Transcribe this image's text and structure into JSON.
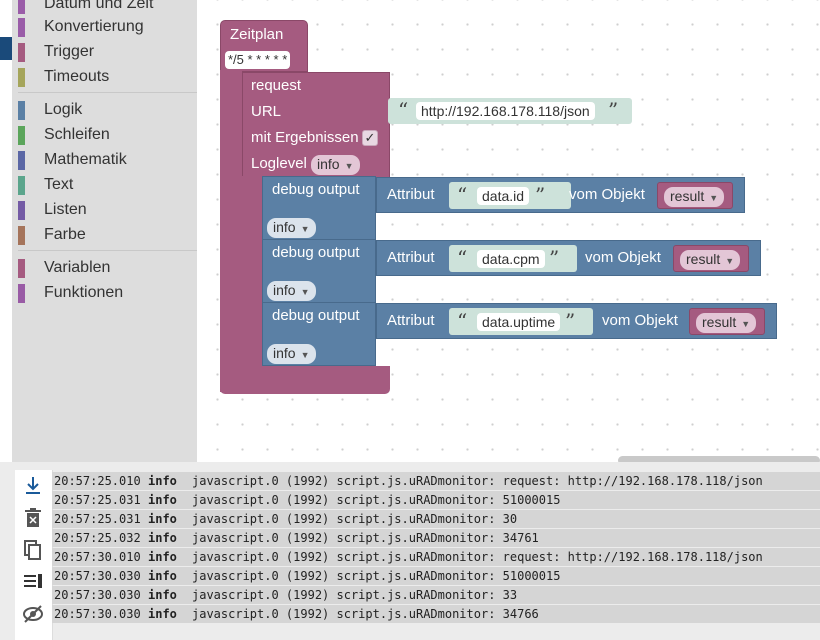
{
  "toolbox": {
    "categories": [
      {
        "label": "Datum und Zeit",
        "color": "#9a5ca8"
      },
      {
        "label": "Konvertierung",
        "color": "#9a5ca8"
      },
      {
        "label": "Trigger",
        "color": "#a55b80"
      },
      {
        "label": "Timeouts",
        "color": "#a5a55b"
      },
      {
        "label": "Logik",
        "color": "#5b80a5"
      },
      {
        "label": "Schleifen",
        "color": "#5ba55b"
      },
      {
        "label": "Mathematik",
        "color": "#5b67a5"
      },
      {
        "label": "Text",
        "color": "#5ba58c"
      },
      {
        "label": "Listen",
        "color": "#745ba5"
      },
      {
        "label": "Farbe",
        "color": "#a5745b"
      },
      {
        "label": "Variablen",
        "color": "#a55b80"
      },
      {
        "label": "Funktionen",
        "color": "#995ba5"
      }
    ]
  },
  "blocks": {
    "zeitplan": {
      "label": "Zeitplan",
      "cron": "*/5 * * * * *"
    },
    "request": {
      "label": "request",
      "url_label": "URL",
      "url_value": "http://192.168.178.118/json",
      "results_label": "mit Ergebnissen",
      "results_checked": "✓",
      "loglevel_label": "Loglevel",
      "loglevel_value": "info"
    },
    "debug": [
      {
        "label": "debug output",
        "level": "info",
        "attr_label": "Attribut",
        "attr_value": "data.id",
        "obj_label": "vom Objekt",
        "obj_value": "result"
      },
      {
        "label": "debug output",
        "level": "info",
        "attr_label": "Attribut",
        "attr_value": "data.cpm",
        "obj_label": "vom Objekt",
        "obj_value": "result"
      },
      {
        "label": "debug output",
        "level": "info",
        "attr_label": "Attribut",
        "attr_value": "data.uptime",
        "obj_label": "vom Objekt",
        "obj_value": "result"
      }
    ],
    "quote_open": "“",
    "quote_close": "”"
  },
  "log": {
    "icons": [
      "scroll-down-icon",
      "delete-icon",
      "copy-icon",
      "filter-icon",
      "hide-icon"
    ],
    "rows": [
      {
        "time": "20:57:25.010",
        "severity": "info",
        "message": "javascript.0 (1992) script.js.uRADmonitor: request: http://192.168.178.118/json"
      },
      {
        "time": "20:57:25.031",
        "severity": "info",
        "message": "javascript.0 (1992) script.js.uRADmonitor: 51000015"
      },
      {
        "time": "20:57:25.031",
        "severity": "info",
        "message": "javascript.0 (1992) script.js.uRADmonitor: 30"
      },
      {
        "time": "20:57:25.032",
        "severity": "info",
        "message": "javascript.0 (1992) script.js.uRADmonitor: 34761"
      },
      {
        "time": "20:57:30.010",
        "severity": "info",
        "message": "javascript.0 (1992) script.js.uRADmonitor: request: http://192.168.178.118/json"
      },
      {
        "time": "20:57:30.030",
        "severity": "info",
        "message": "javascript.0 (1992) script.js.uRADmonitor: 51000015"
      },
      {
        "time": "20:57:30.030",
        "severity": "info",
        "message": "javascript.0 (1992) script.js.uRADmonitor: 33"
      },
      {
        "time": "20:57:30.030",
        "severity": "info",
        "message": "javascript.0 (1992) script.js.uRADmonitor: 34766"
      }
    ]
  }
}
